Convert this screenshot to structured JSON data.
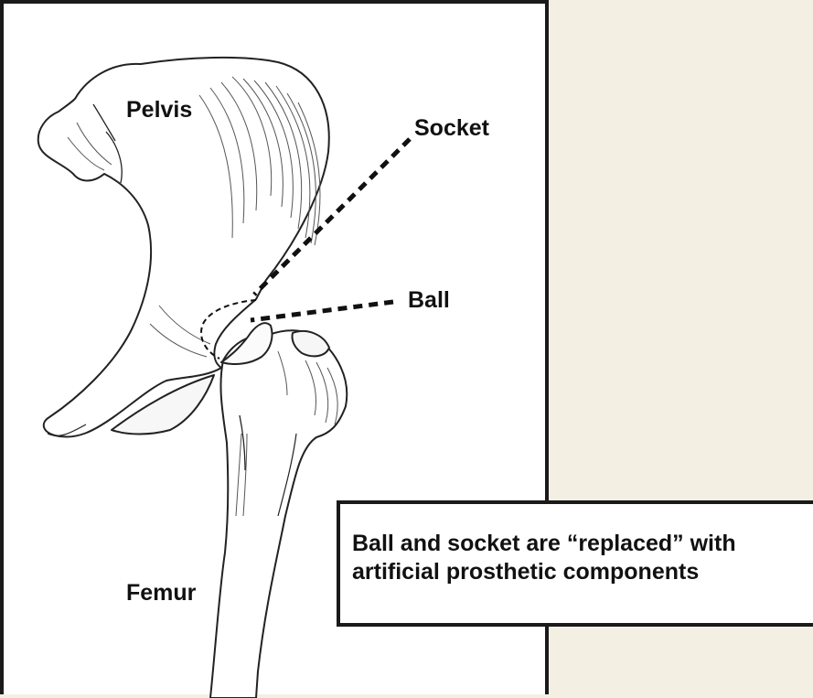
{
  "labels": {
    "pelvis": "Pelvis",
    "socket": "Socket",
    "ball": "Ball",
    "femur": "Femur"
  },
  "caption": {
    "line1": "Ball and socket are “replaced” with",
    "line2": "artificial prosthetic components"
  },
  "colors": {
    "page_background": "#f3efe3",
    "panel_background": "#ffffff",
    "ink": "#111111"
  }
}
